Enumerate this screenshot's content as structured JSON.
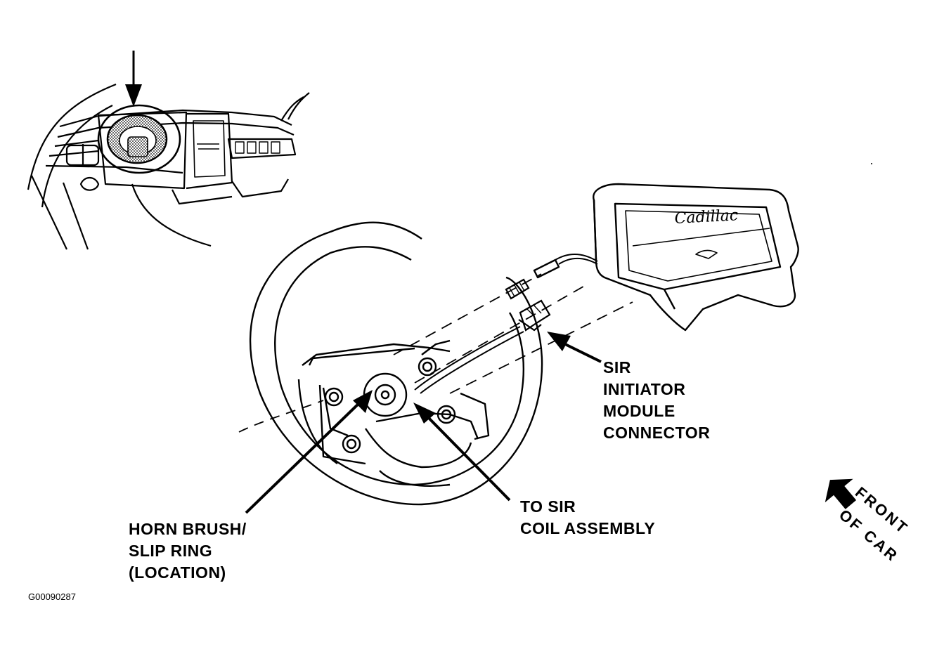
{
  "labels": {
    "sir_connector": [
      "SIR",
      "INITIATOR",
      "MODULE",
      "CONNECTOR"
    ],
    "coil_assembly": [
      "TO SIR",
      "COIL ASSEMBLY"
    ],
    "horn_brush": [
      "HORN BRUSH/",
      "SLIP RING",
      "(LOCATION)"
    ],
    "front_of_car": [
      "FRONT",
      "OF CAR"
    ]
  },
  "figure_id": "G00090287",
  "brand_script": "Cadillac",
  "colors": {
    "ink": "#000000",
    "paper": "#ffffff",
    "stipple": "#555555"
  }
}
